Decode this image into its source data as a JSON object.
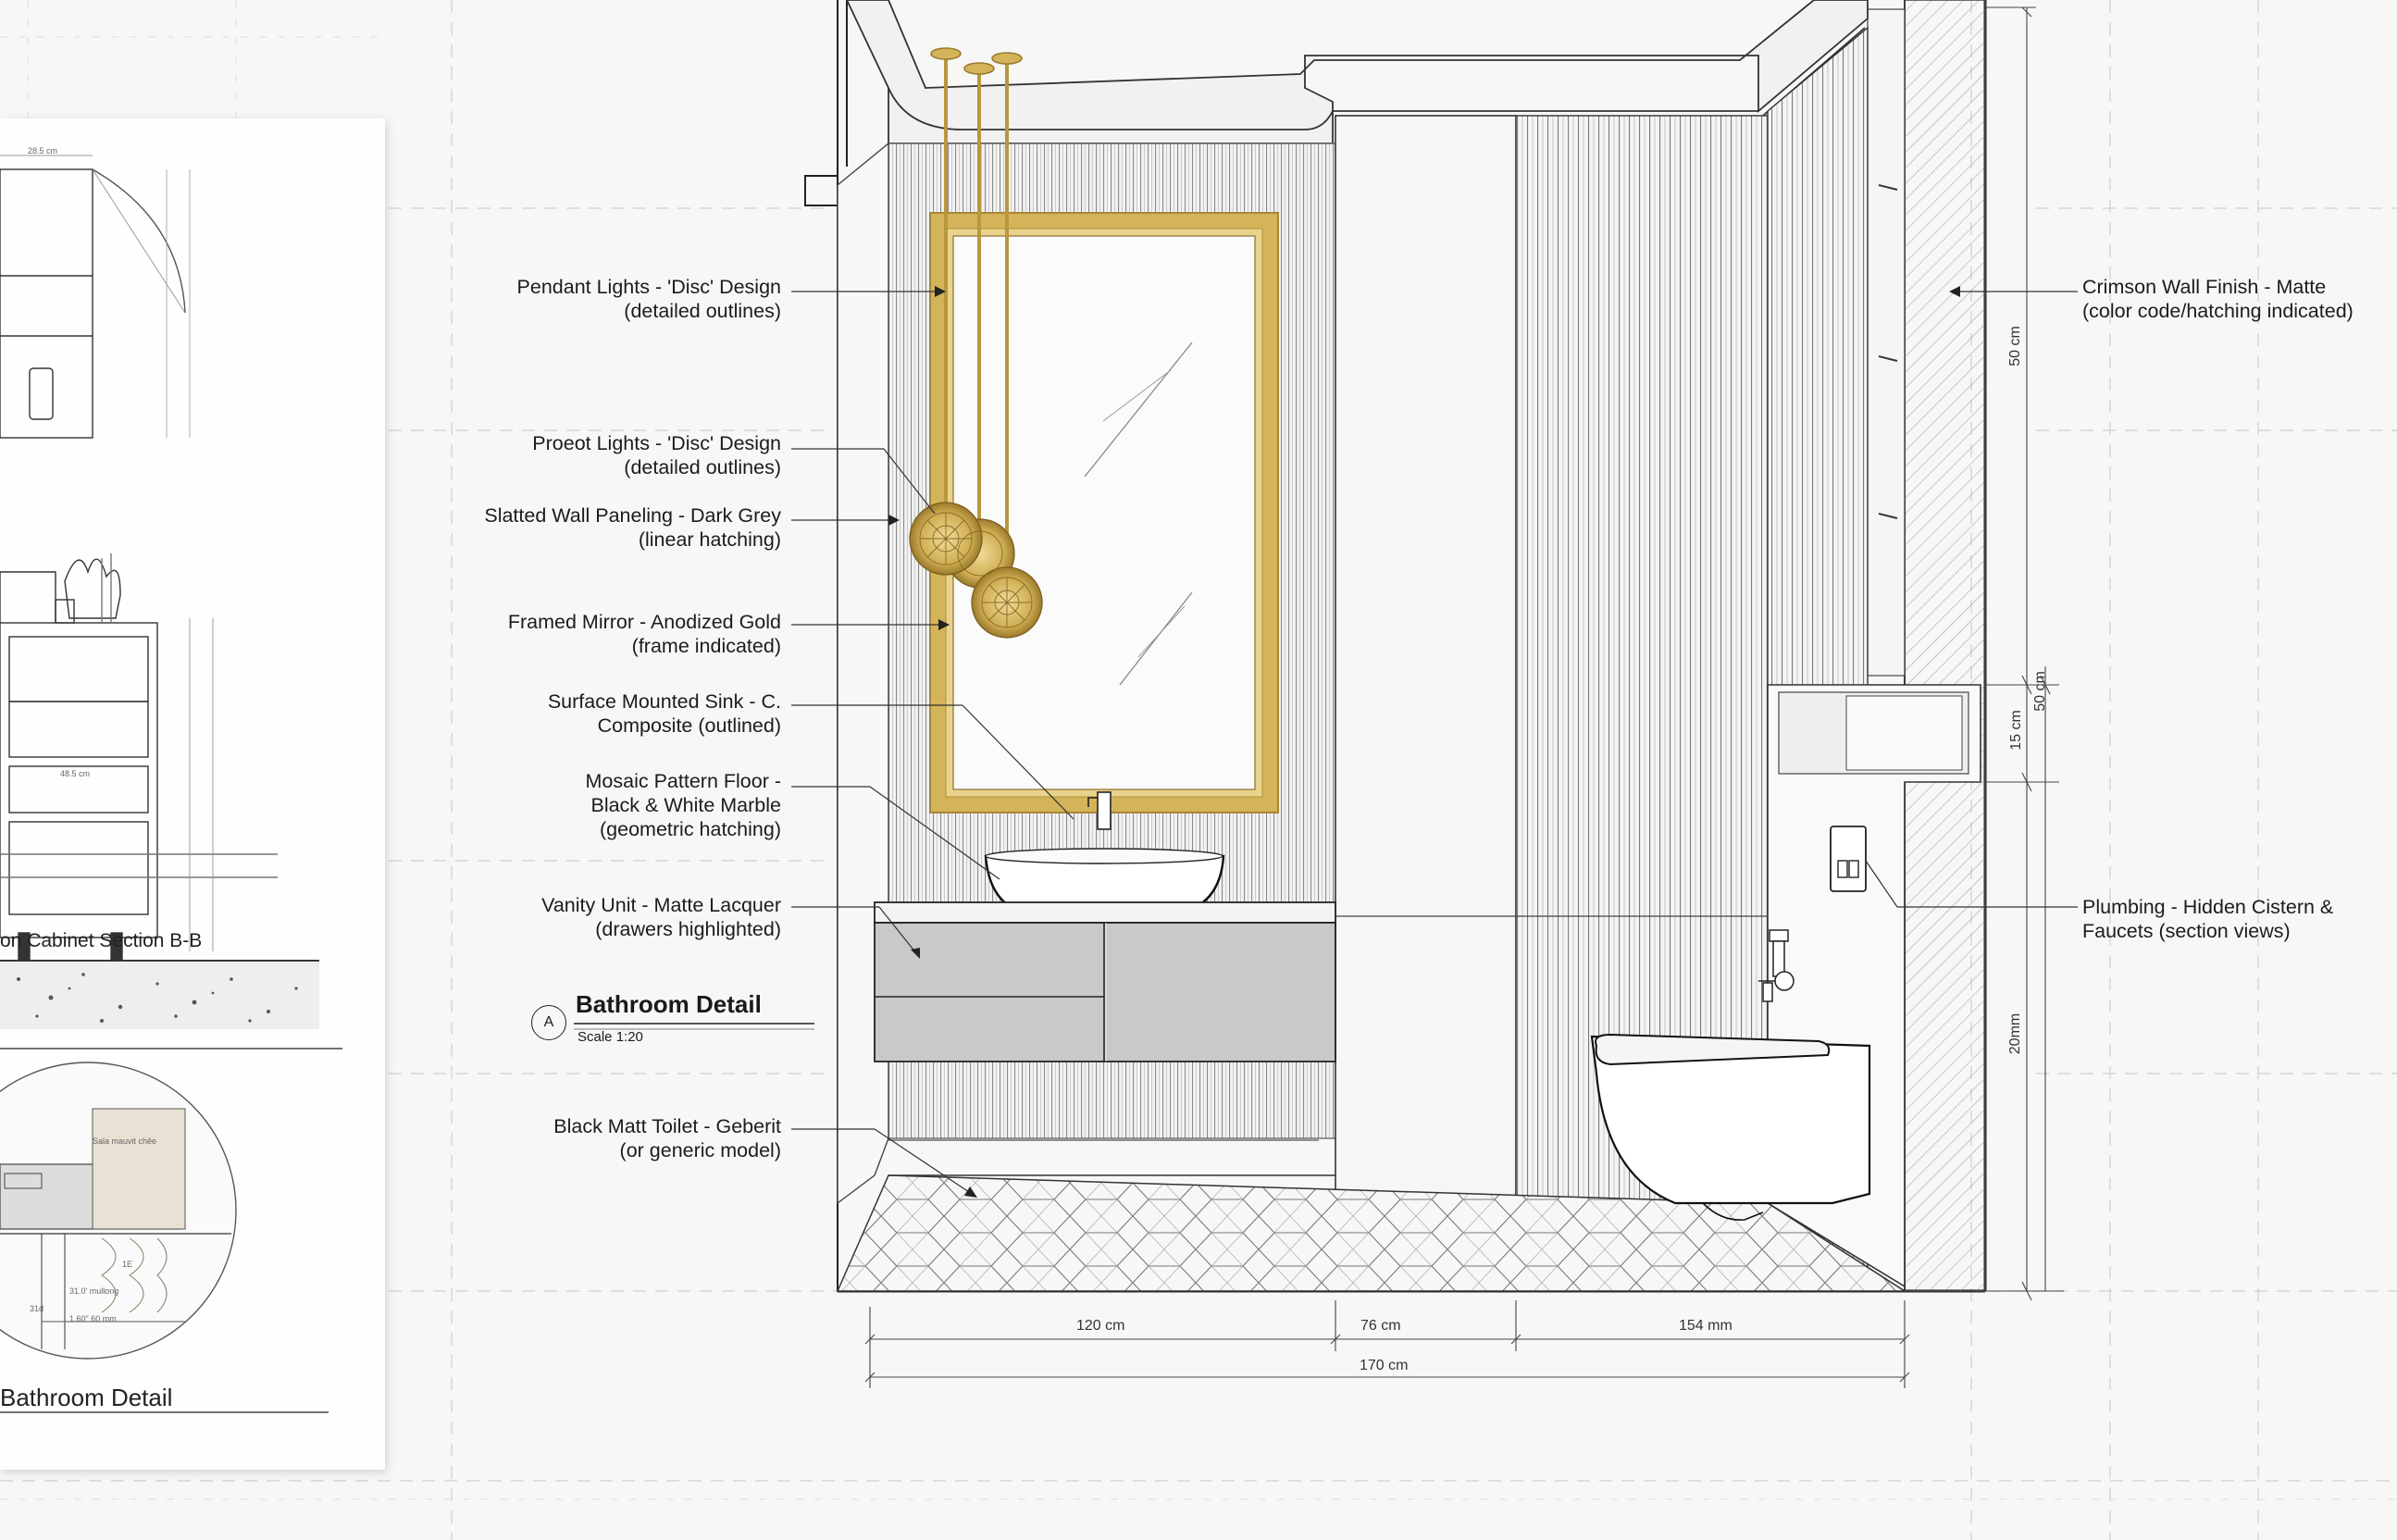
{
  "callouts_left": [
    {
      "line1": "Pendant Lights - 'Disc' Design",
      "line2": "(detailed outlines)"
    },
    {
      "line1": "Proeot Lights - 'Disc' Design",
      "line2": "(detailed outlines)"
    },
    {
      "line1": "Slatted Wall Paneling - Dark Grey",
      "line2": "(linear hatching)"
    },
    {
      "line1": "Framed Mirror - Anodized Gold",
      "line2": "(frame indicated)"
    },
    {
      "line1": "Surface Mounted Sink - C.",
      "line2": "Composite (outlined)"
    },
    {
      "line1": "Mosaic Pattern Floor -",
      "line2": "Black & White Marble",
      "line3": "(geometric hatching)"
    },
    {
      "line1": "Vanity Unit - Matte Lacquer",
      "line2": "(drawers highlighted)"
    },
    {
      "line1": "Black Matt Toilet - Geberit",
      "line2": "(or generic model)"
    }
  ],
  "callouts_right": [
    {
      "line1": "Crimson Wall Finish - Matte",
      "line2": "(color code/hatching indicated)"
    },
    {
      "line1": "Plumbing - Hidden Cistern &",
      "line2": "Faucets (section views)"
    }
  ],
  "title_block": {
    "letter": "A",
    "title": "Bathroom Detail",
    "scale": "Scale 1:20"
  },
  "dimensions": {
    "bottom": [
      "120 cm",
      "76 cm",
      "154 mm",
      "170 cm"
    ],
    "right": [
      "50 cm",
      "50 cm",
      "15 cm",
      "20mm"
    ]
  },
  "left_sheet": {
    "section_caption": "on Cabinet Section B-B",
    "detail_caption": "Bathroom Detail",
    "small_labels": [
      "28.5 cm",
      "Sala mauvit chêe",
      "1E",
      "31.0' mullong",
      "1.60\" 60 mm",
      "31d",
      "48.5 cm"
    ]
  },
  "colors": {
    "gold": "#cfae52",
    "gold_dark": "#a88634",
    "line": "#222222",
    "vanity_grey": "#c9c9c9",
    "wall_hatch": "#8a8a8a"
  }
}
